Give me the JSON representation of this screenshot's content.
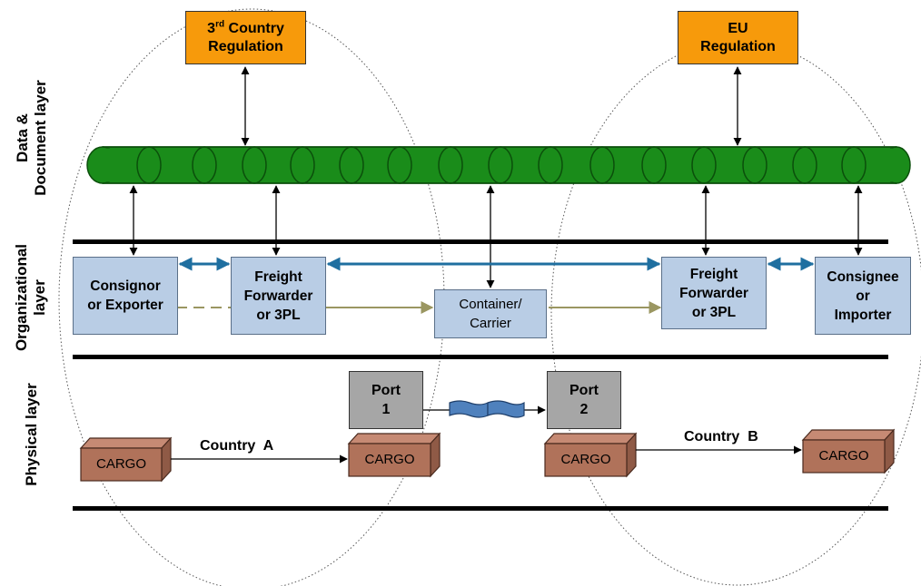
{
  "layers": {
    "data_document": "Data & Document layer",
    "organizational": "Organizational layer",
    "physical": "Physical layer"
  },
  "regulations": {
    "third_country": {
      "sup": "rd",
      "prefix": "3",
      "rest_line1": " Country",
      "line2": "Regulation"
    },
    "eu": {
      "line1": "EU",
      "line2": "Regulation"
    }
  },
  "actors": {
    "consignor": {
      "line1": "Consignor",
      "line2": "or Exporter"
    },
    "forwarder_a": {
      "line1": "Freight",
      "line2": "Forwarder",
      "line3": "or 3PL"
    },
    "carrier": {
      "line1": "Container/",
      "line2": "Carrier"
    },
    "forwarder_b": {
      "line1": "Freight",
      "line2": "Forwarder",
      "line3": "or 3PL"
    },
    "consignee": {
      "line1": "Consignee",
      "line2": "or",
      "line3": "Importer"
    }
  },
  "ports": {
    "port1": {
      "line1": "Port",
      "line2": "1"
    },
    "port2": {
      "line1": "Port",
      "line2": "2"
    }
  },
  "cargo": {
    "label": "CARGO"
  },
  "countries": {
    "a": "Country  A",
    "b": "Country  B"
  },
  "colors": {
    "pipe_green": "#1a8c1a",
    "regulation_orange": "#f79a0b",
    "org_blue": "#b9cde5",
    "link_blue": "#1f6fa0",
    "flow_olive": "#9a9661",
    "cargo_brown": "#b0725a",
    "port_gray": "#a6a6a6",
    "wave_blue": "#4f81bd"
  }
}
